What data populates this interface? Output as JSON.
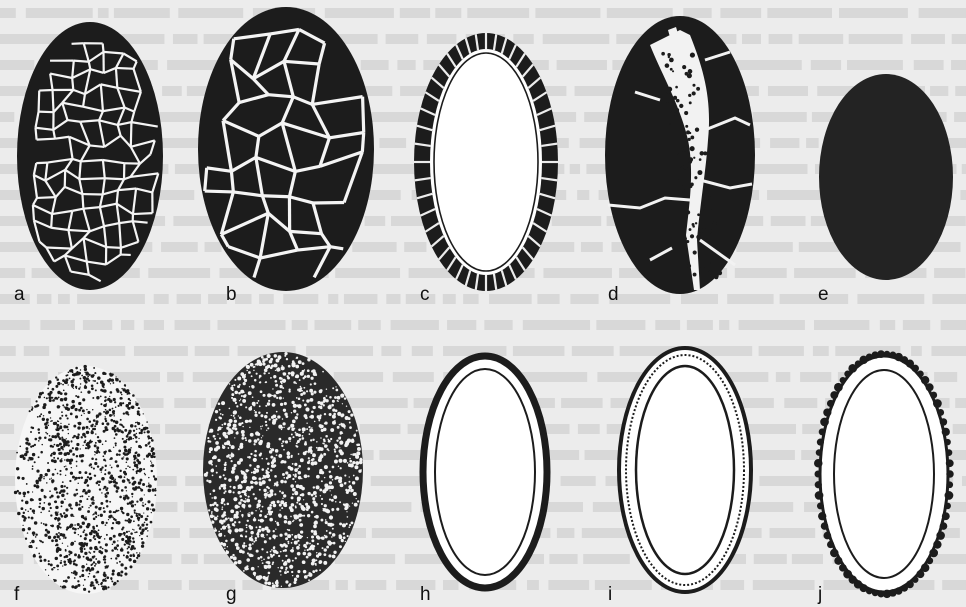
{
  "figure": {
    "panels": [
      {
        "id": "a",
        "label": "a",
        "style": "fine-reticulate"
      },
      {
        "id": "b",
        "label": "b",
        "style": "coarse-reticulate"
      },
      {
        "id": "c",
        "label": "c",
        "style": "segmented-wall-section"
      },
      {
        "id": "d",
        "label": "d",
        "style": "cracked-punctate"
      },
      {
        "id": "e",
        "label": "e",
        "style": "smooth-dark"
      },
      {
        "id": "f",
        "label": "f",
        "style": "fine-stipple"
      },
      {
        "id": "g",
        "label": "g",
        "style": "dense-stipple"
      },
      {
        "id": "h",
        "label": "h",
        "style": "thick-wall-section"
      },
      {
        "id": "i",
        "label": "i",
        "style": "granular-wall-section"
      },
      {
        "id": "j",
        "label": "j",
        "style": "beaded-wall-section"
      }
    ]
  },
  "colors": {
    "ink": "#1c1c1c",
    "paper": "#ececec",
    "white": "#ffffff"
  }
}
